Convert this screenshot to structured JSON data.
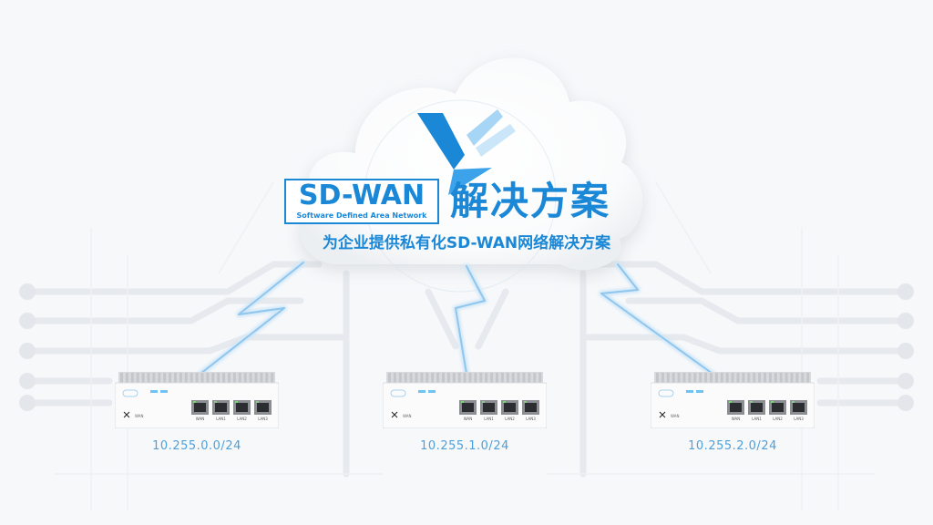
{
  "title": {
    "badge_main": "SD-WAN",
    "badge_sub": "Software Defined Area Network",
    "main": "解决方案",
    "subtitle": "为企业提供私有化SD-WAN网络解决方案"
  },
  "devices": [
    {
      "subnet": "10.255.0.0/24",
      "ports": [
        "WAN",
        "LAN1",
        "LAN2",
        "LAN3"
      ]
    },
    {
      "subnet": "10.255.1.0/24",
      "ports": [
        "WAN",
        "LAN1",
        "LAN2",
        "LAN3"
      ]
    },
    {
      "subnet": "10.255.2.0/24",
      "ports": [
        "WAN",
        "LAN1",
        "LAN2",
        "LAN3"
      ]
    }
  ],
  "colors": {
    "accent": "#1a87d7",
    "link": "#8fc6ee",
    "cloud": "#ffffff",
    "background": "#f7f8fa"
  },
  "icons": [
    "cloud-icon",
    "logo-mark-icon",
    "router-icon"
  ]
}
